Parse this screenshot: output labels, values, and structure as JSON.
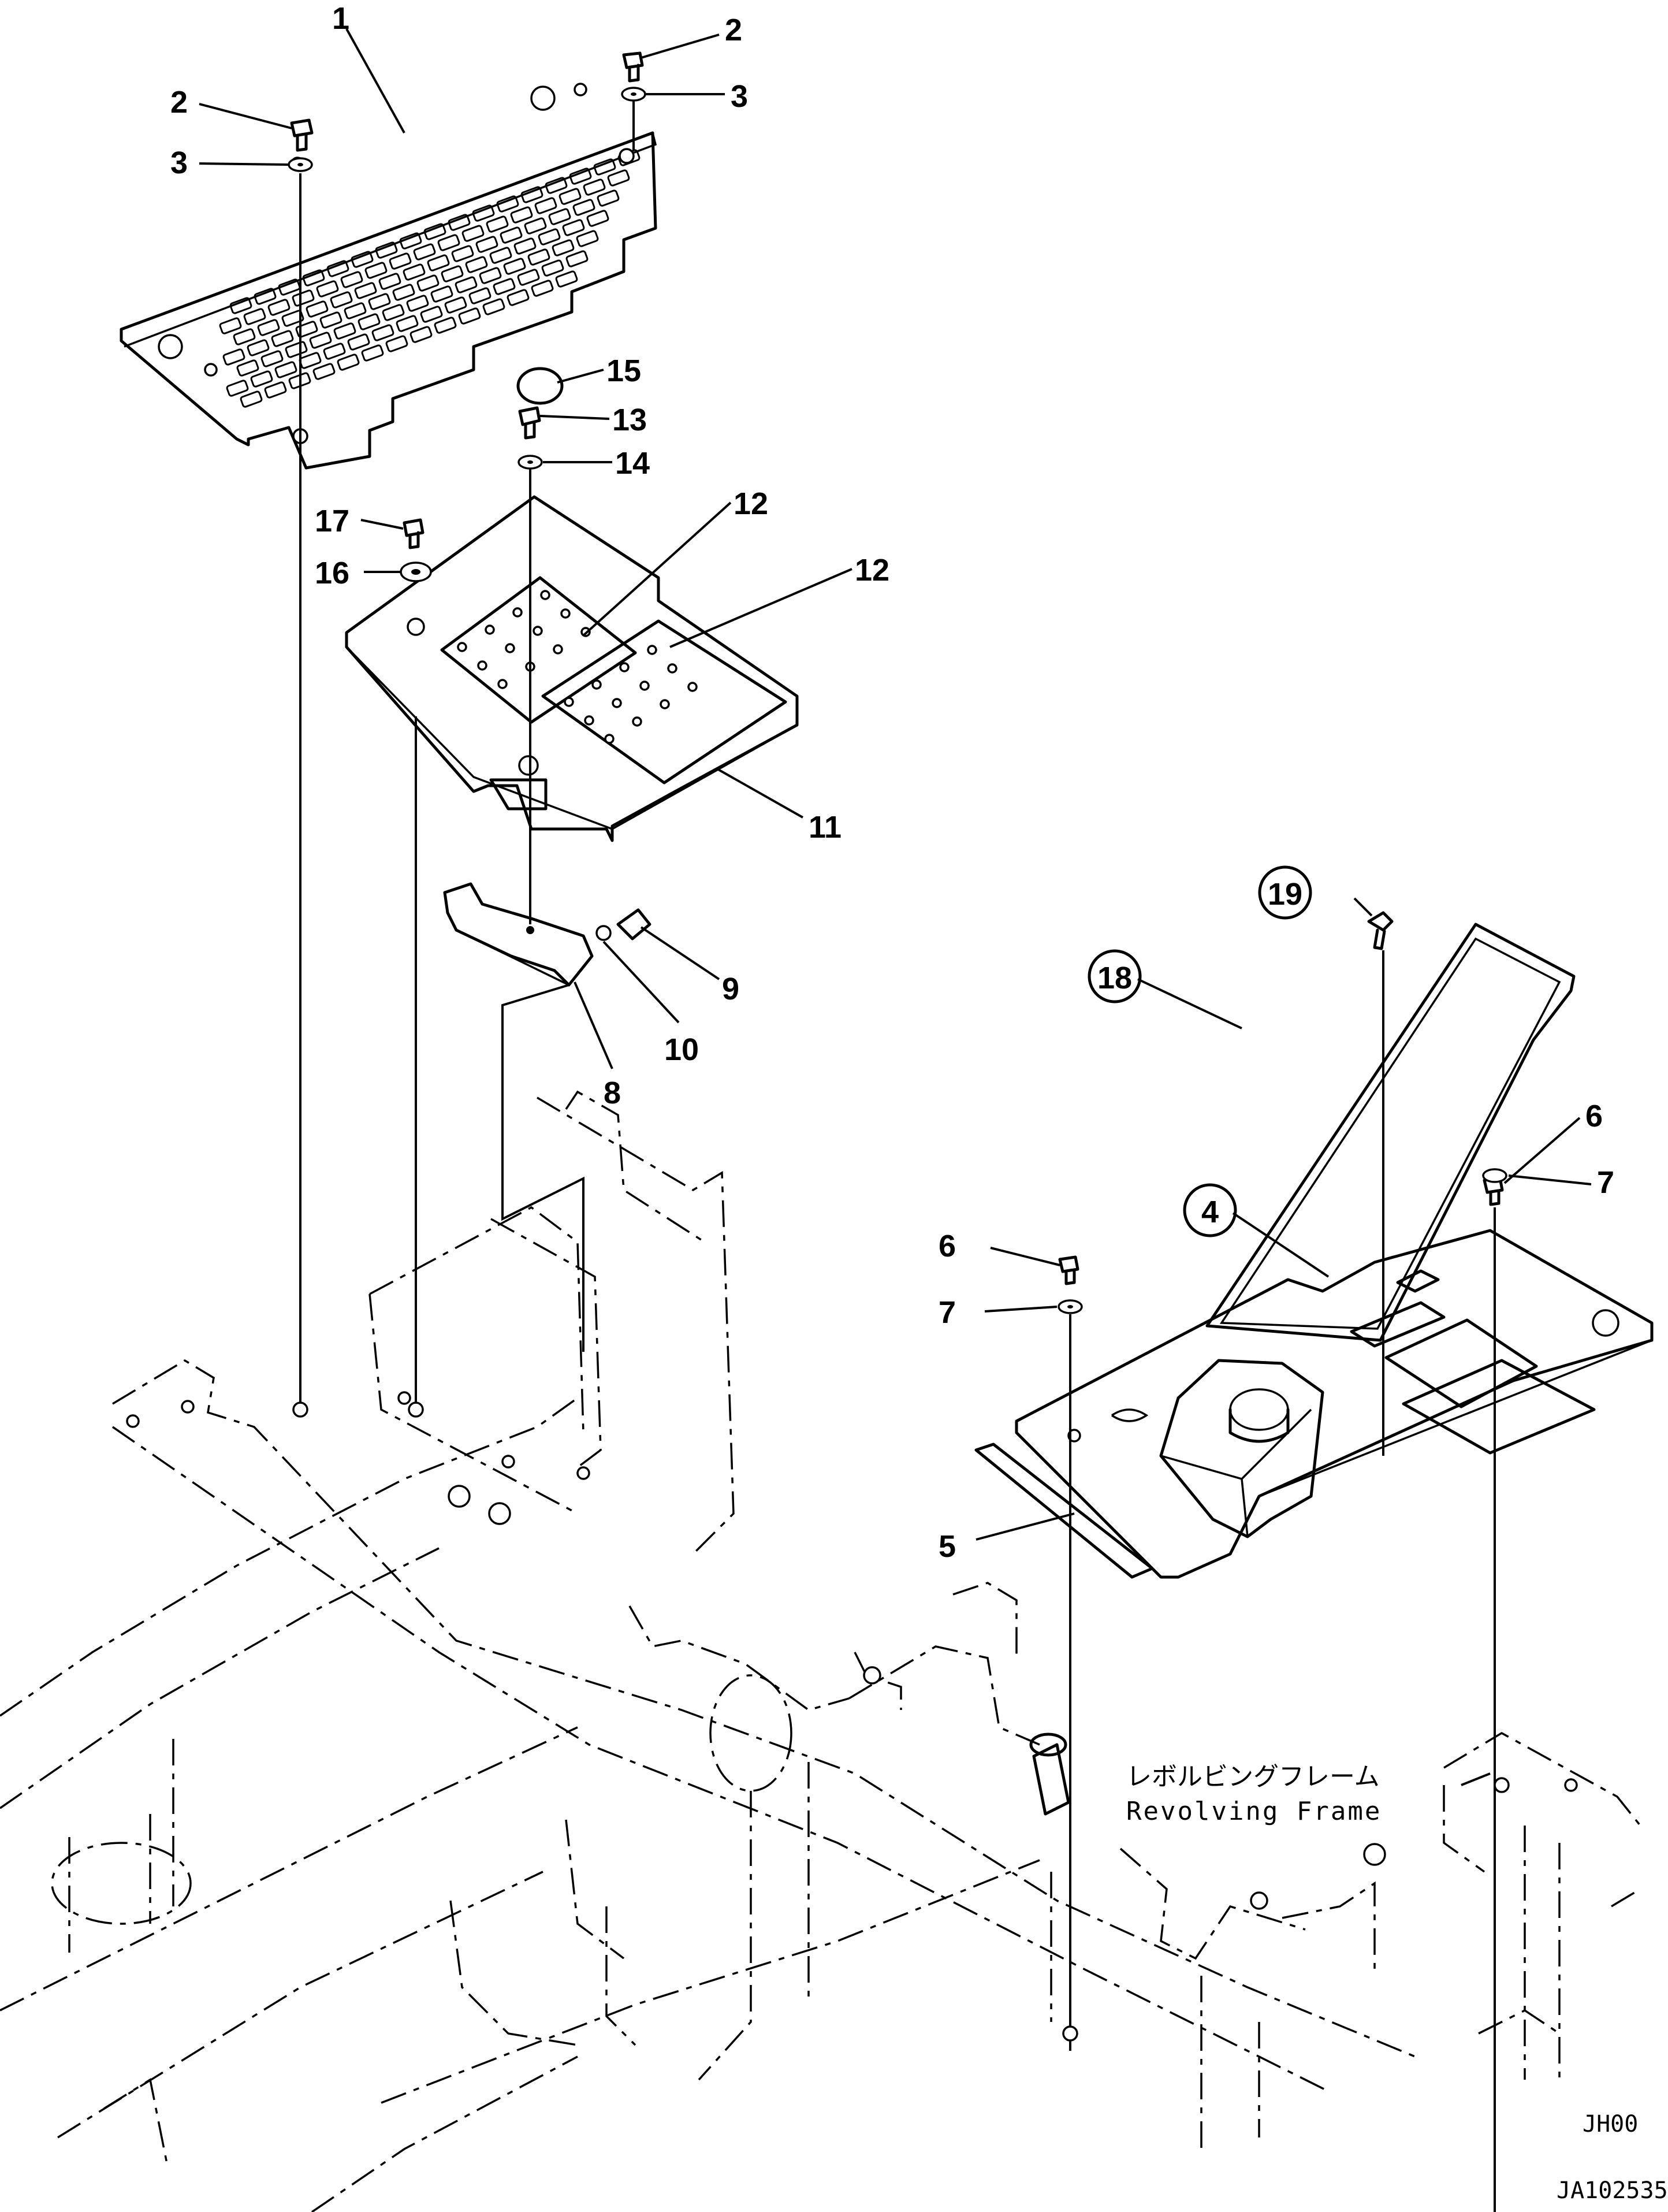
{
  "callouts": {
    "c1": "1",
    "c2a": "2",
    "c2b": "2",
    "c3a": "3",
    "c3b": "3",
    "c4": "4",
    "c5": "5",
    "c6a": "6",
    "c6b": "6",
    "c7a": "7",
    "c7b": "7",
    "c8": "8",
    "c9": "9",
    "c10": "10",
    "c11": "11",
    "c12a": "12",
    "c12b": "12",
    "c13": "13",
    "c14": "14",
    "c15": "15",
    "c16": "16",
    "c17": "17",
    "c18": "18",
    "c19": "19"
  },
  "frame_label": {
    "japanese": "レボルビングフレーム",
    "english": "Revolving Frame"
  },
  "drawing_code": "JH00",
  "figure_id": "JA102535"
}
